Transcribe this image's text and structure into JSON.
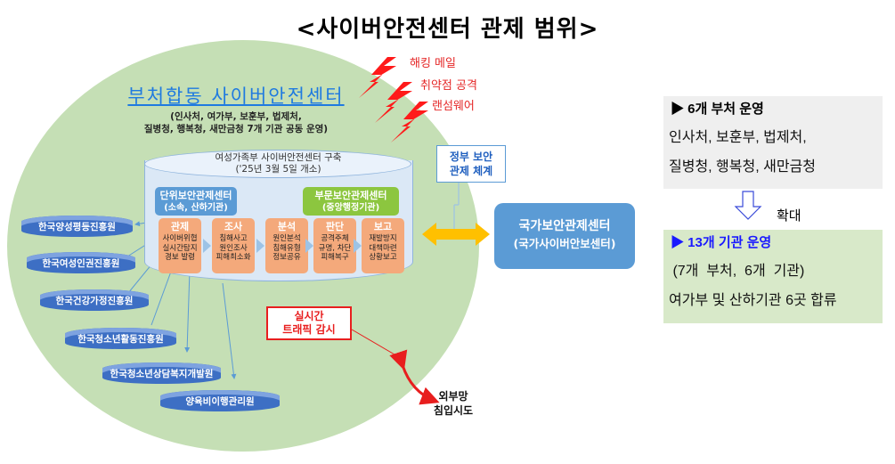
{
  "title": "<사이버안전센터 관제 범위>",
  "center": {
    "title": "부처합동 사이버안전센터",
    "subtitle_line1": "(인사처, 여가부, 보훈부, 법제처,",
    "subtitle_line2": "질병청, 행복청, 새만금청 7개 기관 공동 운영)"
  },
  "threats": [
    "해킹 메일",
    "취약점 공격",
    "랜섬웨어"
  ],
  "mogef_center": {
    "title": "여성가족부 사이버안전센터 구축",
    "subtitle": "('25년 3월 5일 개소)",
    "unit_center": {
      "line1": "단위보안관제센터",
      "line2": "(소속, 산하기관)"
    },
    "sector_center": {
      "line1": "부문보안관제센터",
      "line2": "(중앙행정기관)"
    },
    "steps": [
      {
        "head": "관제",
        "lines": [
          "사이버위협",
          "실시간탐지",
          "경보 발령"
        ]
      },
      {
        "head": "조사",
        "lines": [
          "침해사고",
          "원인조사",
          "피해최소화"
        ]
      },
      {
        "head": "분석",
        "lines": [
          "원인분석",
          "침해유형",
          "정보공유"
        ]
      },
      {
        "head": "판단",
        "lines": [
          "공격주체",
          "규명, 차단",
          "피해복구"
        ]
      },
      {
        "head": "보고",
        "lines": [
          "재발방지",
          "대책마련",
          "상황보고"
        ]
      }
    ]
  },
  "agencies": [
    "한국양성평등진흥원",
    "한국여성인권진흥원",
    "한국건강가정진흥원",
    "한국청소년활동진흥원",
    "한국청소년상담복지개발원",
    "양육비이행관리원"
  ],
  "gov_system": {
    "line1": "정부 보안",
    "line2": "관제 체계"
  },
  "national_center": {
    "line1": "국가보안관제센터",
    "line2": "(국가사이버안보센터)"
  },
  "realtime": {
    "line1": "실시간",
    "line2": "트래픽 감시"
  },
  "intrusion": {
    "line1": "외부망",
    "line2": "침입시도"
  },
  "panel_before": {
    "head": "▶ 6개 부처 운영",
    "line1": "인사처, 보훈부, 법제처,",
    "line2": "질병청, 행복청, 새만금청"
  },
  "expand_label": "확대",
  "panel_after": {
    "head": "▶ 13개 기관 운영",
    "line1": " (7개  부처,  6개  기관)",
    "line2": "여가부 및 산하기관 6곳 합류"
  },
  "colors": {
    "circle": "#c5dfb5",
    "title_blue": "#1f7ae0",
    "threat_red": "#e52727",
    "step_orange": "#f4a97b",
    "agency_blue": "#3d6fc4",
    "arrow_yellow": "#ffc000",
    "panel_after_head": "#1a1aff"
  }
}
